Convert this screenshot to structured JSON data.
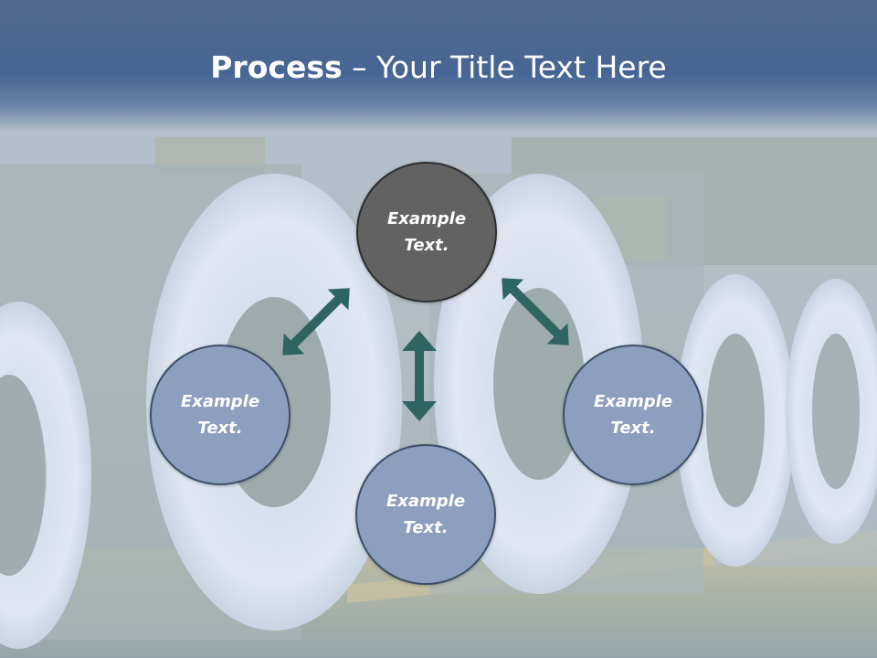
{
  "slide": {
    "title_bold": "Process",
    "title_rest": " – Your Title Text Here"
  },
  "nodes": {
    "top": "Example Text.",
    "left": "Example Text.",
    "right": "Example Text.",
    "bottom": "Example Text."
  },
  "colors": {
    "header": "#476594",
    "top_node": "#626262",
    "node": "#8d9fbe",
    "arrow": "#2f6560"
  }
}
